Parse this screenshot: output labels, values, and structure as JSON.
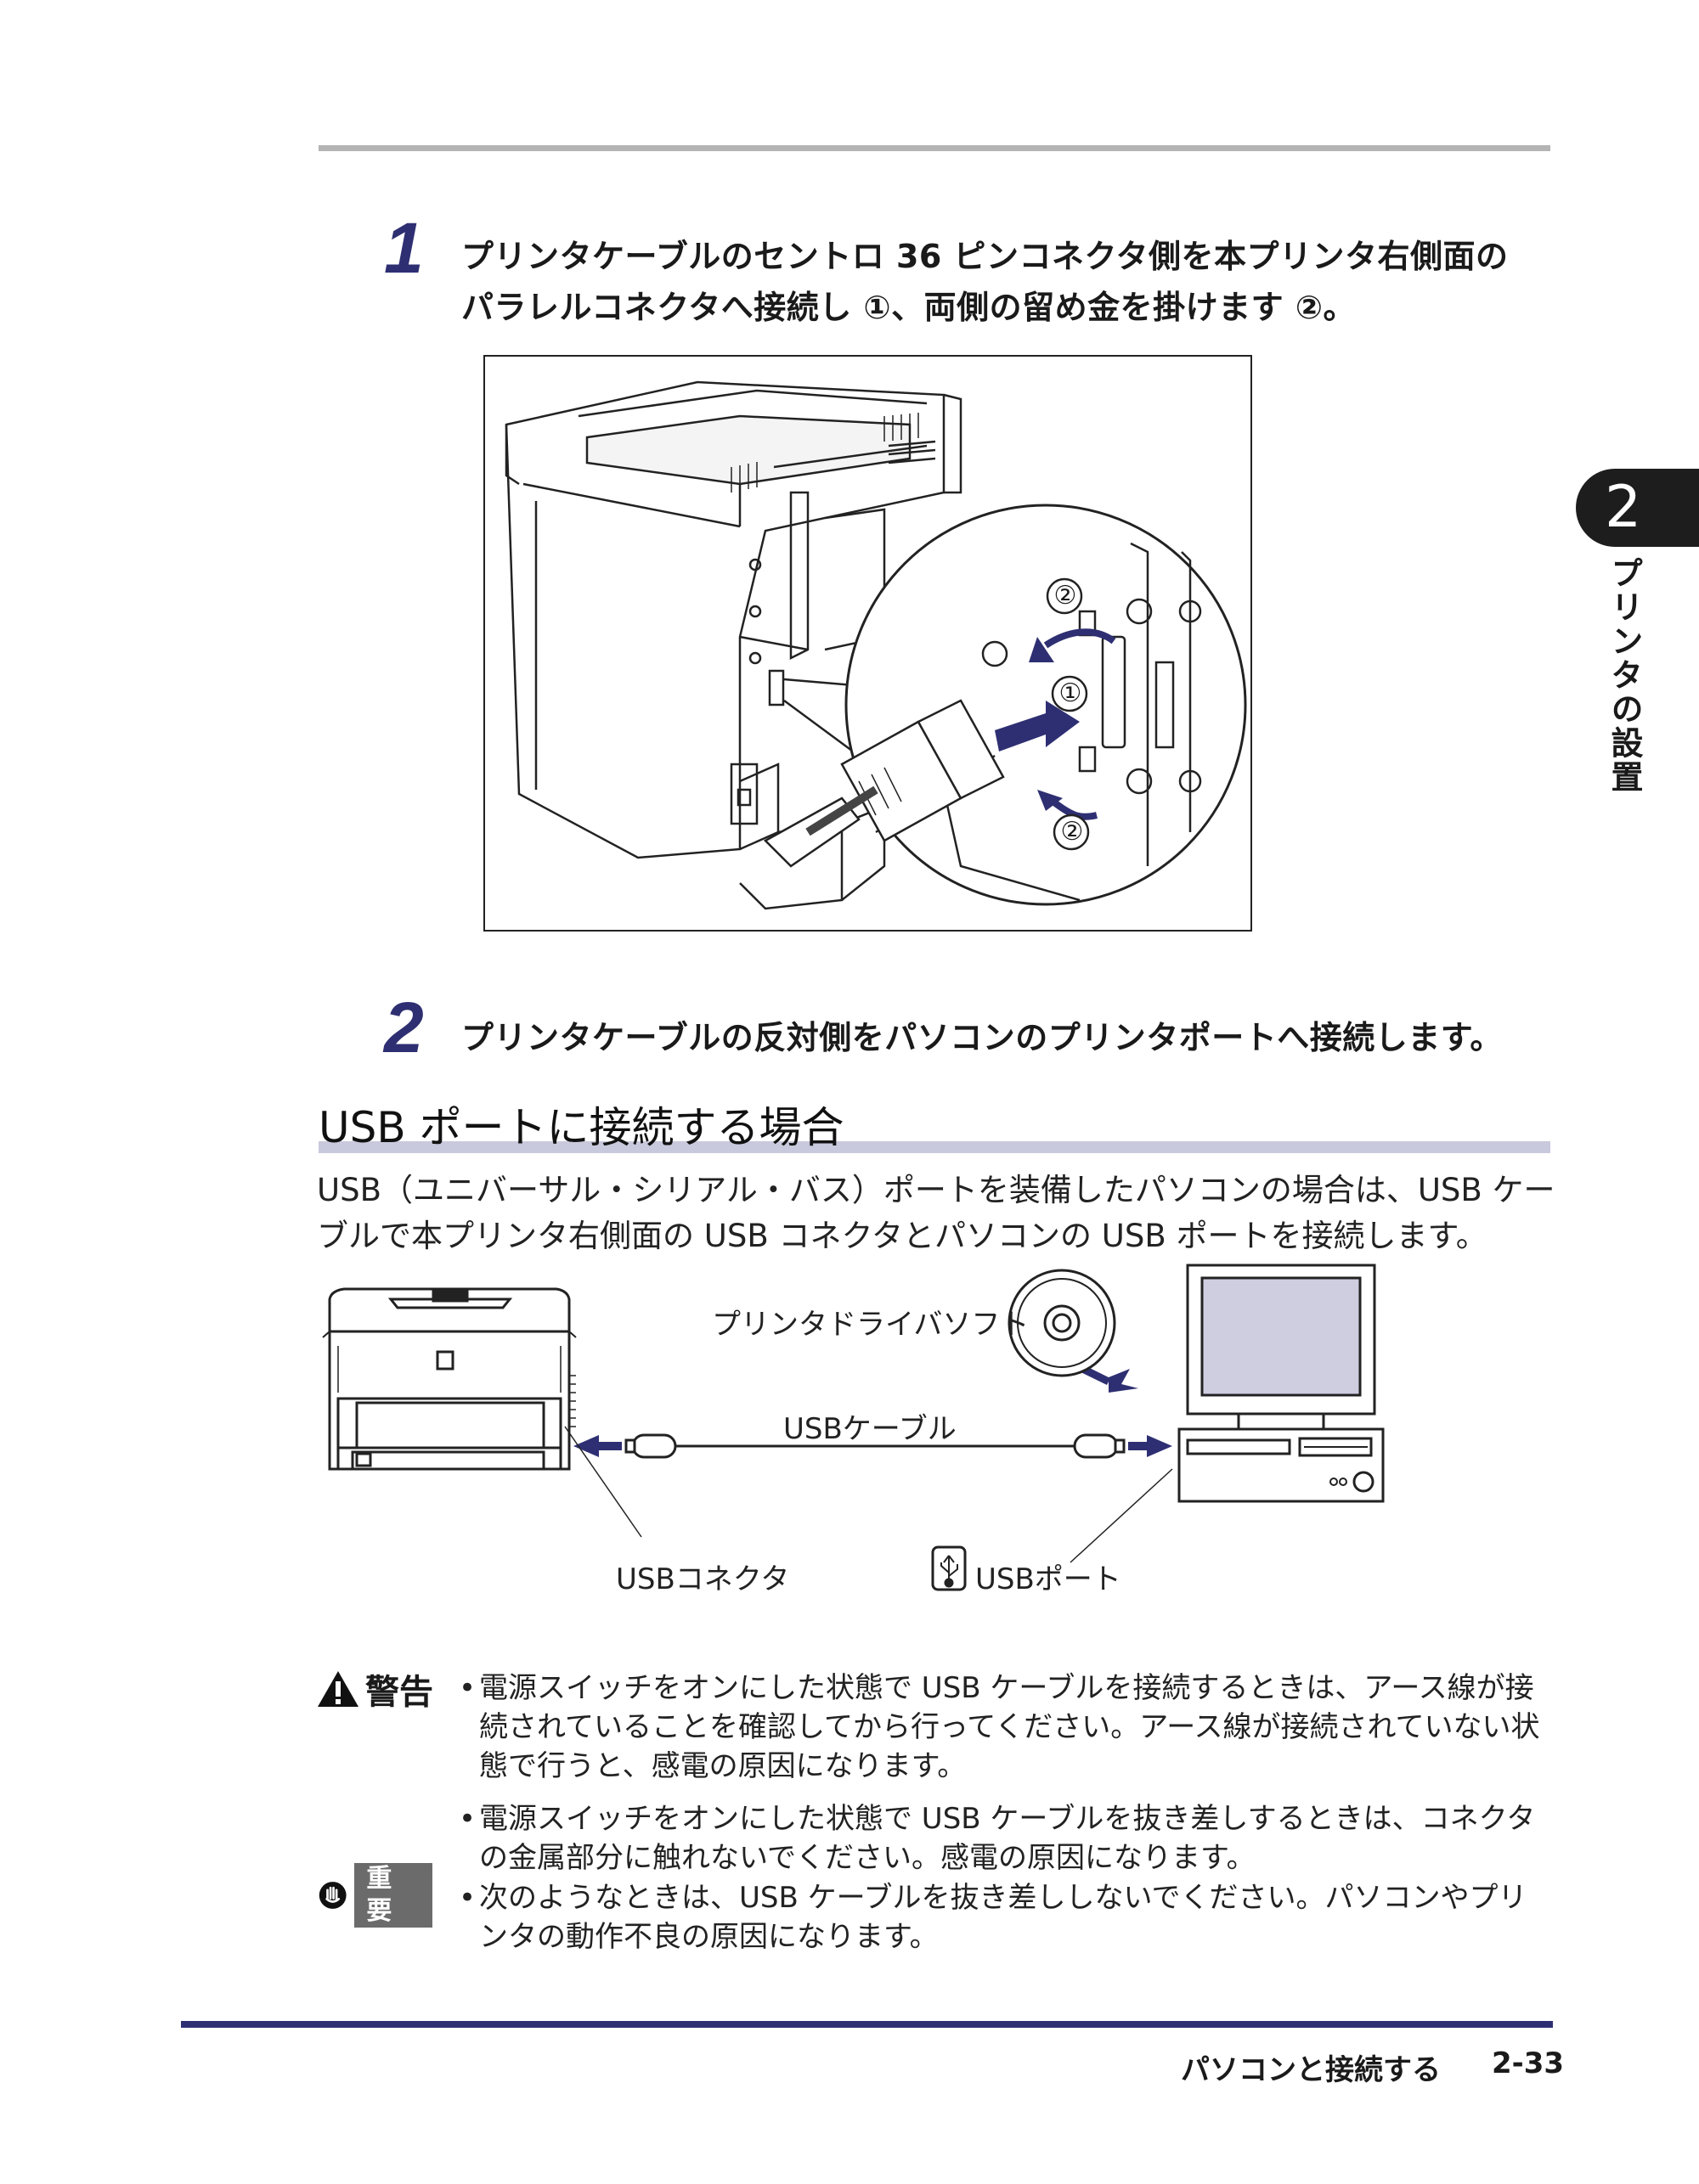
{
  "step1": {
    "number": "1",
    "line1": "プリンタケーブルのセントロ 36 ピンコネクタ側を本プリンタ右側面の",
    "line2": "パラレルコネクタへ接続し ①、両側の留め金を掛けます ②。"
  },
  "figure1": {
    "callout_1": "①",
    "callout_2a": "②",
    "callout_2b": "②"
  },
  "step2": {
    "number": "2",
    "text": "プリンタケーブルの反対側をパソコンのプリンタポートへ接続します。"
  },
  "section": {
    "title": "USB ポートに接続する場合",
    "body": "USB（ユニバーサル・シリアル・バス）ポートを装備したパソコンの場合は、USB ケーブルで本プリンタ右側面の USB コネクタとパソコンの USB ポートを接続します。"
  },
  "diagram": {
    "driver_label": "プリンタドライバソフト",
    "cable_label": "USBケーブル",
    "connector_label": "USBコネクタ",
    "port_label": "USBポート"
  },
  "side_tab": {
    "chapter": "2",
    "title": "プリンタの設置"
  },
  "warning": {
    "label": "警告",
    "items": [
      "電源スイッチをオンにした状態で USB ケーブルを接続するときは、アース線が接続されていることを確認してから行ってください。アース線が接続されていない状態で行うと、感電の原因になります。",
      "電源スイッチをオンにした状態で USB ケーブルを抜き差しするときは、コネクタの金属部分に触れないでください。感電の原因になります。"
    ]
  },
  "important": {
    "label": "重要",
    "items": [
      "次のようなときは、USB ケーブルを抜き差ししないでください。パソコンやプリンタの動作不良の原因になります。"
    ]
  },
  "footer": {
    "title": "パソコンと接続する",
    "page": "2-33"
  },
  "colors": {
    "accent": "#2e2f72",
    "section_bar": "#c9c9dd",
    "rule_gray": "#b4b4b4",
    "screen": "#cfcde0"
  }
}
